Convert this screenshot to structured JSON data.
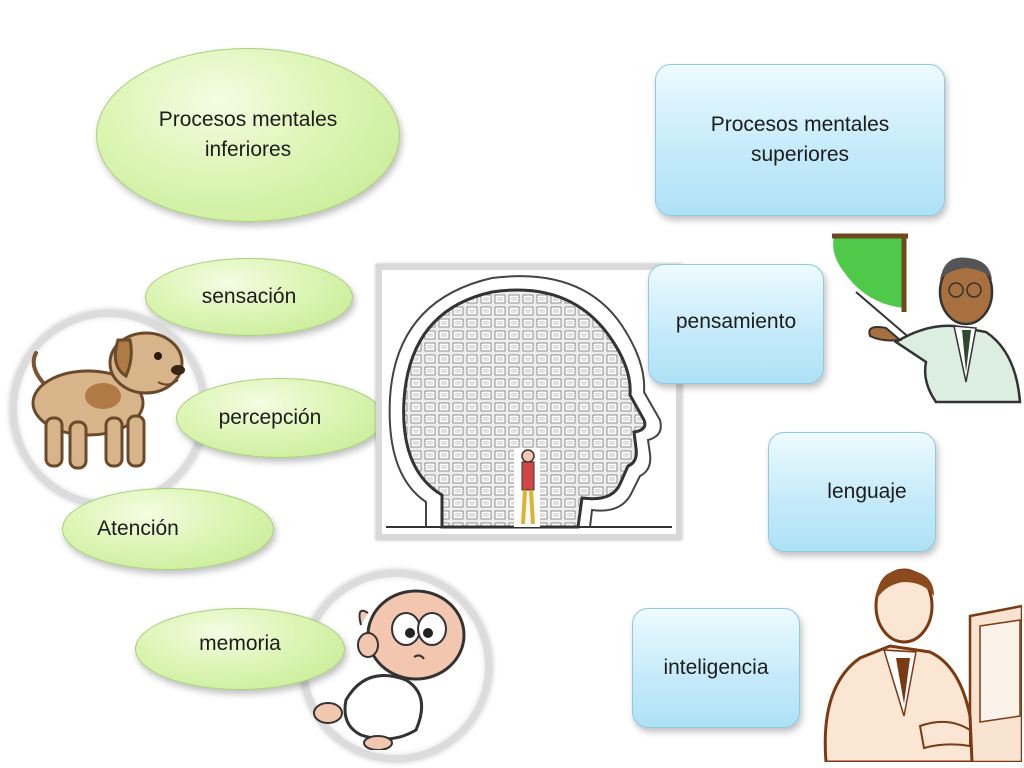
{
  "inferiores": {
    "title": "Procesos mentales\ninferiores",
    "items": [
      "sensación",
      "percepción",
      "Atención",
      "memoria"
    ]
  },
  "superiores": {
    "title": "Procesos mentales\nsuperiores",
    "items": [
      "pensamiento",
      "lenguaje",
      "inteligencia"
    ]
  },
  "colors": {
    "ellipse_fill": "#d2f0a6",
    "box_fill": "#c6ebfa",
    "board_green": "#4fc94a"
  },
  "illustrations": [
    "dog-illustration",
    "baby-illustration",
    "head-papers-illustration",
    "teacher-illustration",
    "computer-man-illustration"
  ]
}
